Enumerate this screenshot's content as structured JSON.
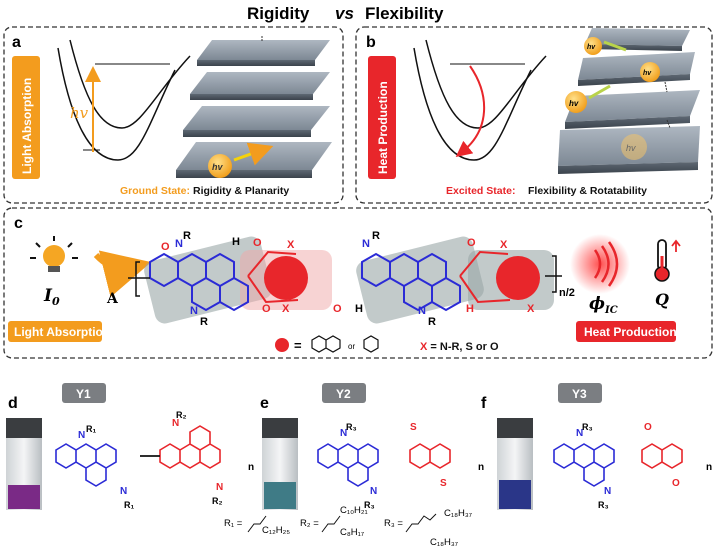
{
  "title": {
    "left": "Rigidity",
    "vs": "vs",
    "right": "Flexibility"
  },
  "panel_a": {
    "letter": "a",
    "side_label": "Light Absorption",
    "hv": "hv",
    "caption_key": "Ground State:",
    "caption_value": "Rigidity & Planarity"
  },
  "panel_b": {
    "letter": "b",
    "side_label": "Heat Production",
    "caption_key": "Excited State:",
    "caption_value": "Flexibility & Rotatability"
  },
  "panel_c": {
    "letter": "c",
    "i0": "I",
    "i0_sub": "0",
    "a": "A",
    "light_absorption": "Light Absorption",
    "heat_production": "Heat Production",
    "phi": "ϕ",
    "phi_sub": "IC",
    "q": "Q",
    "n2": "n/2",
    "legend_eq": "=",
    "legend_or": "or",
    "x_def": "X",
    "x_def_rest": " = N-R, S or O"
  },
  "samples": [
    {
      "letter": "d",
      "tag": "Y1",
      "liquid": "#7a2a86"
    },
    {
      "letter": "e",
      "tag": "Y2",
      "liquid": "#3f7b86"
    },
    {
      "letter": "f",
      "tag": "Y3",
      "liquid": "#2a3688"
    }
  ],
  "r_defs": {
    "r1": "R₁ =",
    "r1_val": "C₁₂H₂₅",
    "r2": "R₂ =",
    "r2_a": "C₁₀H₂₁",
    "r2_b": "C₈H₁₇",
    "r3": "R₃ =",
    "r3_a": "C₁₈H₃₇",
    "r3_b": "C₁₈H₃₇"
  },
  "colors": {
    "orange": "#f39c1e",
    "red": "#e8262b",
    "blue": "#2b2bd6",
    "slab": "#8f9aa6"
  }
}
